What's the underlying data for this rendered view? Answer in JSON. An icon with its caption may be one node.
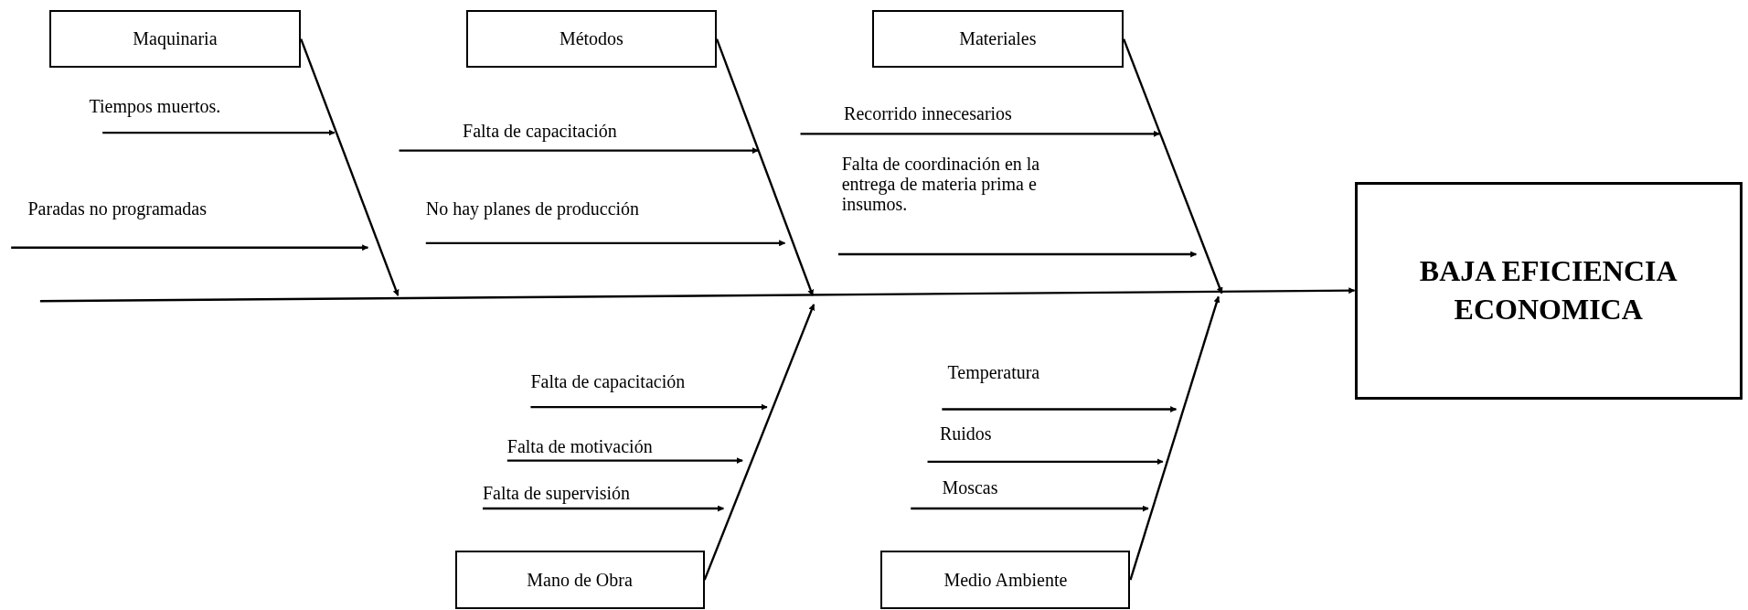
{
  "diagram": {
    "nodes": [
      {
        "text": [
          "Maquinaria"
        ]
      },
      {
        "text": [
          "Métodos"
        ]
      },
      {
        "text": [
          "Materiales"
        ]
      },
      {
        "text": [
          "Tiempos muertos."
        ]
      },
      {
        "text": [
          "Falta de capacitación"
        ]
      },
      {
        "text": [
          "Recorrido innecesarios"
        ]
      },
      {
        "text": [
          "Paradas no programadas"
        ]
      },
      {
        "text": [
          "No hay planes de producción"
        ]
      },
      {
        "text": [
          "Falta de coordinación en la entrega de materia prima e insumos."
        ]
      },
      {
        "text": [
          "BAJA EFICIENCIA ECONOMICA"
        ]
      },
      {
        "text": [
          "Falta de capacitación"
        ]
      },
      {
        "text": [
          "Temperatura"
        ]
      },
      {
        "text": [
          "Falta de motivación"
        ]
      },
      {
        "text": [
          "Ruidos"
        ]
      },
      {
        "text": [
          "Falta de supervisión"
        ]
      },
      {
        "text": [
          "Moscas"
        ]
      },
      {
        "text": [
          "Mano de Obra"
        ]
      },
      {
        "text": [
          "Medio Ambiente"
        ]
      }
    ],
    "edges": [
      {
        "from": null,
        "to": 9,
        "arrow": "to"
      },
      {
        "from": 0,
        "to": null,
        "arrow": "to"
      },
      {
        "from": 1,
        "to": null,
        "arrow": "to"
      },
      {
        "from": 2,
        "to": null,
        "arrow": "to"
      },
      {
        "from": 16,
        "to": null,
        "arrow": "to"
      },
      {
        "from": 17,
        "to": null,
        "arrow": "to"
      },
      {
        "from": 3,
        "to": null,
        "arrow": "to"
      },
      {
        "from": 6,
        "to": null,
        "arrow": "to"
      },
      {
        "from": 4,
        "to": null,
        "arrow": "to"
      },
      {
        "from": 7,
        "to": null,
        "arrow": "to"
      },
      {
        "from": 5,
        "to": null,
        "arrow": "to"
      },
      {
        "from": 8,
        "to": null,
        "arrow": "to"
      },
      {
        "from": 10,
        "to": null,
        "arrow": "to"
      },
      {
        "from": 12,
        "to": null,
        "arrow": "to"
      },
      {
        "from": 14,
        "to": null,
        "arrow": "to"
      },
      {
        "from": 11,
        "to": null,
        "arrow": "to"
      },
      {
        "from": 13,
        "to": null,
        "arrow": "to"
      },
      {
        "from": 15,
        "to": null,
        "arrow": "to"
      }
    ]
  }
}
